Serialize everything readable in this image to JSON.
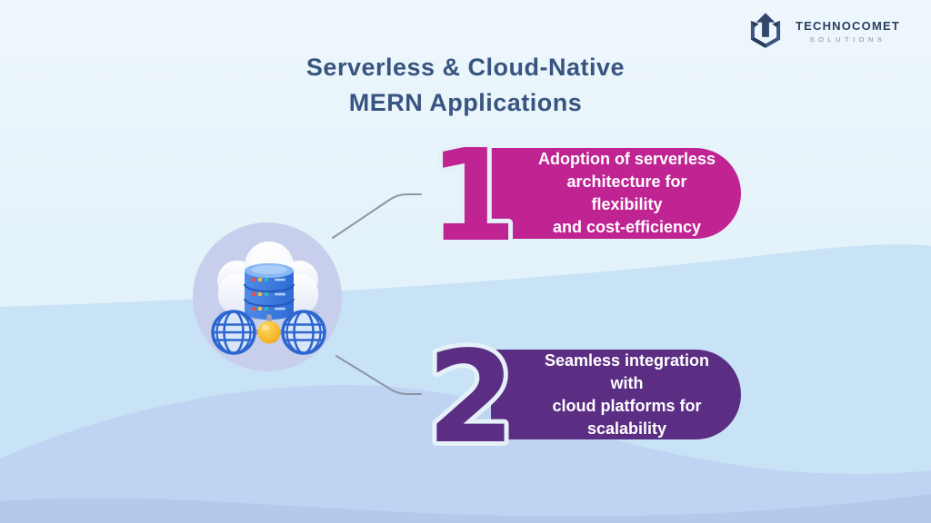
{
  "brand": {
    "name": "TECHNOCOMET",
    "tagline": "SOLUTIONS",
    "logo_icon": "hexagon-up-arrow-logo-icon"
  },
  "title": {
    "line1": "Serverless & Cloud-Native",
    "line2": "MERN Applications"
  },
  "items": [
    {
      "number": "1",
      "lines": [
        "Adoption of serverless",
        "architecture for flexibility",
        "and cost-efficiency"
      ],
      "text": "Adoption of serverless architecture for flexibility and cost-efficiency",
      "color": "#bf2492"
    },
    {
      "number": "2",
      "lines": [
        "Seamless integration with",
        "cloud platforms for",
        "scalability"
      ],
      "text": "Seamless integration with cloud platforms for scalability",
      "color": "#5b2d83"
    }
  ],
  "illustration": {
    "name": "cloud-database-globes-illustration",
    "elements": [
      "cloud-icon",
      "database-icon",
      "globe-icon-left",
      "globe-icon-right",
      "connector-node-sphere"
    ]
  },
  "colors": {
    "accent_pink": "#bf2492",
    "accent_purple": "#5b2d83",
    "title_text": "#375580",
    "logo_navy": "#2b3f63",
    "logo_gray": "#7e8ca3",
    "circle_fill": "#c7cfec",
    "connector_line": "#8e94a3",
    "background_top": "#eef7fc",
    "wave_light_blue": "#c8e2f6",
    "wave_periwinkle": "#bfd4f2",
    "wave_deep": "#b4c9ec"
  }
}
